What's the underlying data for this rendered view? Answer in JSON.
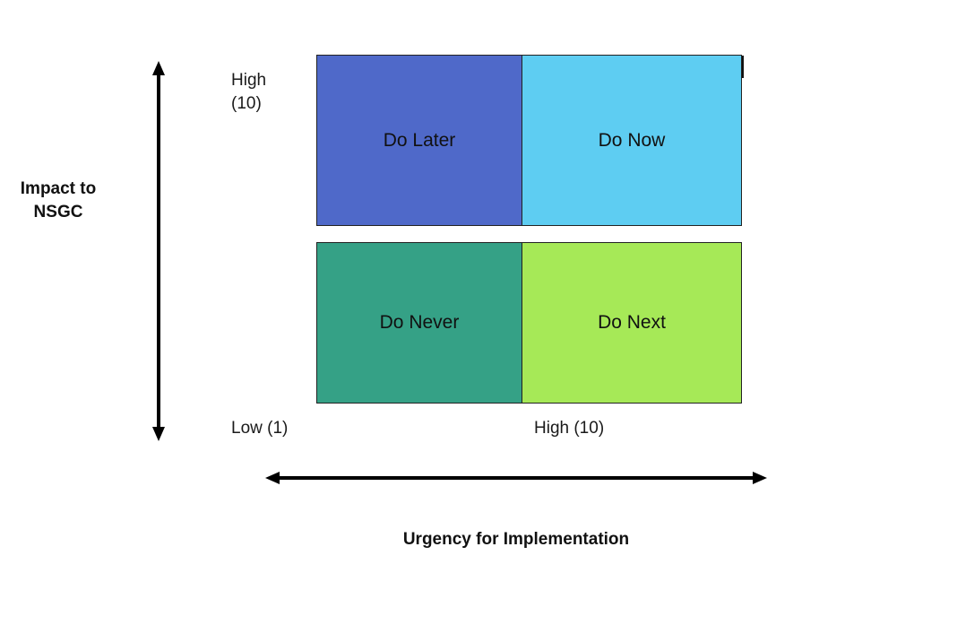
{
  "y_axis": {
    "title": "Impact to\nNSGC",
    "high_label": "High\n(10)",
    "low_label": "Low (1)"
  },
  "x_axis": {
    "title": "Urgency for Implementation",
    "high_label": "High (10)"
  },
  "quadrants": [
    {
      "id": "do-later",
      "label": "Do Later",
      "color": "#4f69c9"
    },
    {
      "id": "do-now",
      "label": "Do Now",
      "color": "#5ecdf2"
    },
    {
      "id": "do-never",
      "label": "Do Never",
      "color": "#35a186"
    },
    {
      "id": "do-next",
      "label": "Do Next",
      "color": "#a6e957"
    }
  ]
}
